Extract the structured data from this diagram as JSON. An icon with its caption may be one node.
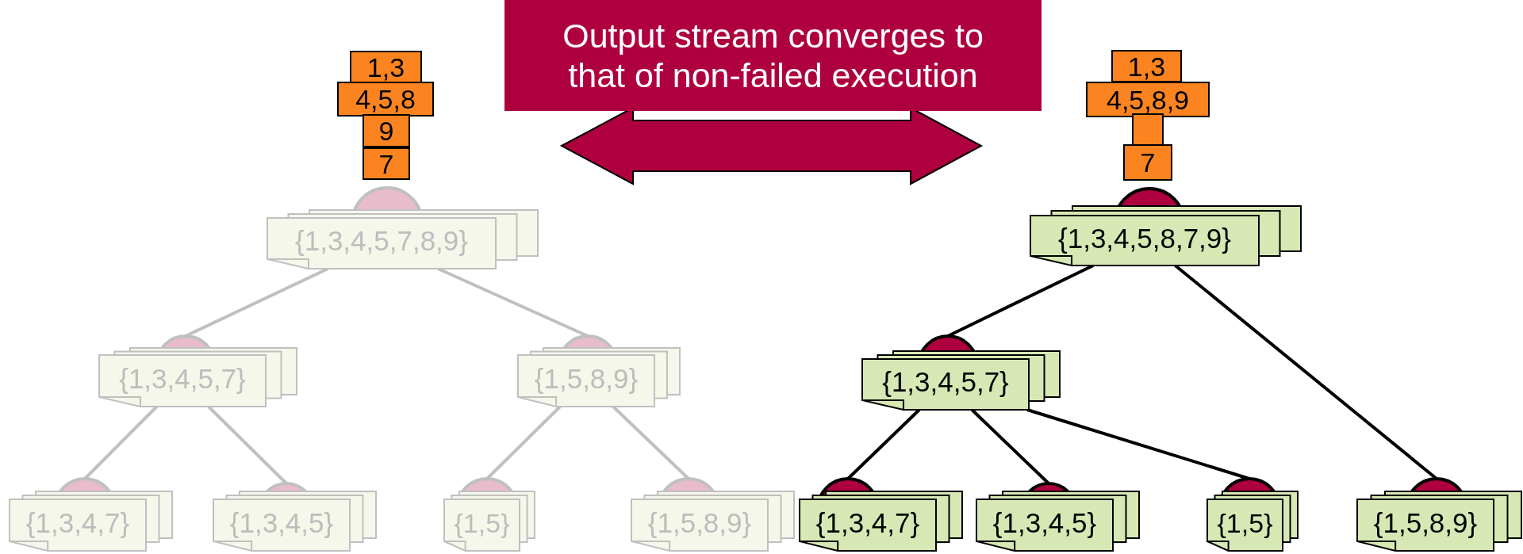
{
  "diagram": {
    "nodes": [
      {
        "text": [
          "Output stream converges to that of non-failed execution"
        ]
      },
      {
        "text": [
          "1,3"
        ]
      },
      {
        "text": [
          "4,5,8"
        ]
      },
      {
        "text": [
          "9"
        ]
      },
      {
        "text": [
          "7"
        ]
      },
      {
        "text": [
          "1,3"
        ]
      },
      {
        "text": [
          "4,5,8,9"
        ]
      },
      {
        "text": [],
        "shape": "box"
      },
      {
        "text": [
          "7"
        ]
      },
      {
        "text": [
          "{1,3,4,5,7,8,9}"
        ]
      },
      {
        "text": [
          "{1,3,4,5,8,7,9}"
        ]
      },
      {
        "text": [
          "{1,3,4,5,7}"
        ]
      },
      {
        "text": [
          "{1,5,8,9}"
        ]
      },
      {
        "text": [
          "{1,3,4,5,7}"
        ]
      },
      {
        "text": [
          "{1,3,4,7}"
        ]
      },
      {
        "text": [
          "{1,3,4,5}"
        ]
      },
      {
        "text": [
          "{1,5}"
        ]
      },
      {
        "text": [
          "{1,5,8,9}"
        ]
      },
      {
        "text": [
          "{1,3,4,7}"
        ]
      },
      {
        "text": [
          "{1,3,4,5}"
        ]
      },
      {
        "text": [
          "{1,5}"
        ]
      },
      {
        "text": [
          "{1,5,8,9}"
        ]
      }
    ],
    "edges": [
      {
        "from": 9,
        "to": 11,
        "arrow": "none",
        "color": "#c0c0c0"
      },
      {
        "from": 9,
        "to": 12,
        "arrow": "none",
        "color": "#c0c0c0"
      },
      {
        "from": 11,
        "to": 14,
        "arrow": "none",
        "color": "#c0c0c0"
      },
      {
        "from": 11,
        "to": 15,
        "arrow": "none",
        "color": "#c0c0c0"
      },
      {
        "from": 12,
        "to": 16,
        "arrow": "none",
        "color": "#c0c0c0"
      },
      {
        "from": 12,
        "to": 17,
        "arrow": "none",
        "color": "#c0c0c0"
      },
      {
        "from": 10,
        "to": 13,
        "arrow": "none",
        "color": "#000000"
      },
      {
        "from": 10,
        "to": 21,
        "arrow": "none",
        "color": "#000000"
      },
      {
        "from": 13,
        "to": 18,
        "arrow": "none",
        "color": "#000000"
      },
      {
        "from": 13,
        "to": 19,
        "arrow": "none",
        "color": "#000000"
      },
      {
        "from": 13,
        "to": 20,
        "arrow": "none",
        "color": "#000000"
      }
    ]
  }
}
